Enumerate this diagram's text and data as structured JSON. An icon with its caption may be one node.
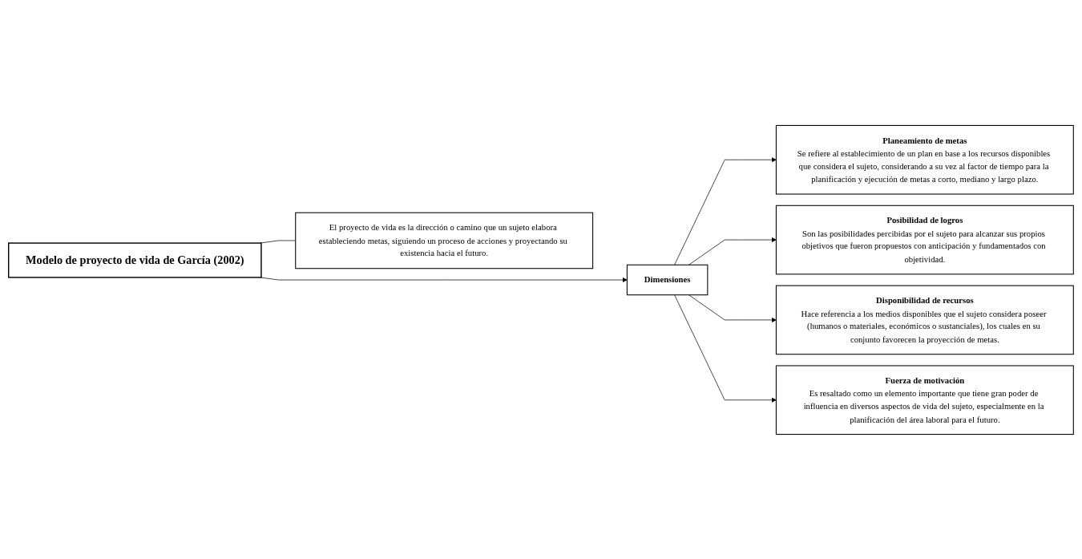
{
  "diagram": {
    "nodes": [
      {
        "text": [
          "Modelo de proyecto de vida de García (2002)"
        ]
      },
      {
        "text": [
          "El proyecto de vida es la dirección o camino que un sujeto elabora estableciendo metas, siguiendo un proceso de acciones y proyectando su existencia hacia el futuro."
        ]
      },
      {
        "text": [
          "Dimensiones"
        ]
      },
      {
        "text": [
          "Planeamiento de metas",
          "Se refiere al establecimiento de un plan en base a los recursos disponibles que considera el sujeto, considerando a su vez al factor de tiempo para la planificación y ejecución de metas a corto, mediano y largo plazo."
        ]
      },
      {
        "text": [
          "Posibilidad de logros",
          "Son las posibilidades percibidas por el sujeto para alcanzar sus propios objetivos que fueron propuestos con anticipación y fundamentados con objetividad."
        ]
      },
      {
        "text": [
          "Disponibilidad de recursos",
          "Hace referencia a los medios disponibles que el sujeto considera poseer (humanos o materiales, económicos o sustanciales), los cuales en su conjunto favorecen la proyección de metas."
        ]
      },
      {
        "text": [
          "Fuerza de motivación",
          "Es resaltado como un elemento importante que tiene gran poder de influencia en diversos aspectos de vida del sujeto, especialmente en la planificación del área laboral para el futuro."
        ]
      }
    ],
    "edges": [
      {
        "from": 0,
        "to": 1,
        "arrow": "none"
      },
      {
        "from": 0,
        "to": 2,
        "arrow": "to"
      },
      {
        "from": 2,
        "to": 3,
        "arrow": "to"
      },
      {
        "from": 2,
        "to": 4,
        "arrow": "to"
      },
      {
        "from": 2,
        "to": 5,
        "arrow": "to"
      },
      {
        "from": 2,
        "to": 6,
        "arrow": "to"
      }
    ]
  }
}
